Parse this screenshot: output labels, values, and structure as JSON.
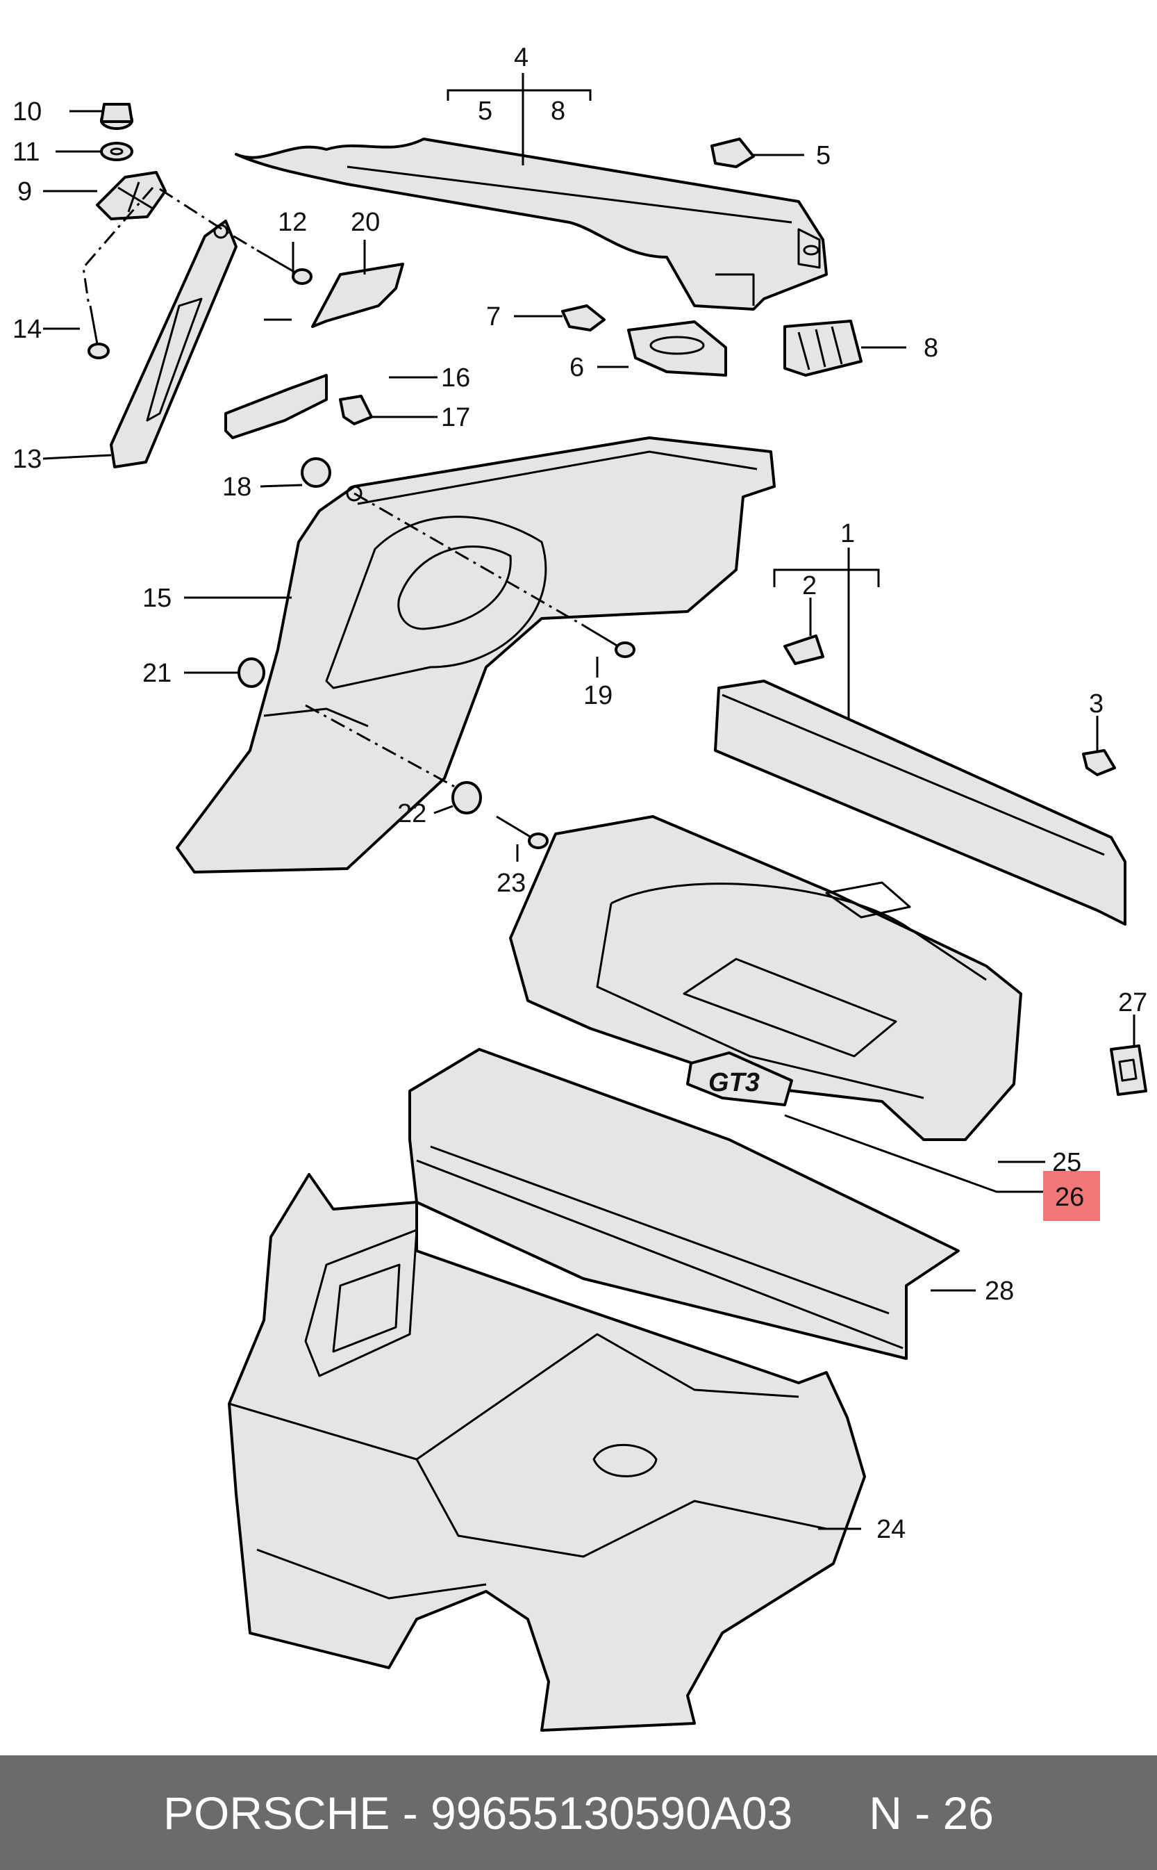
{
  "callouts": {
    "c1": "1",
    "c2": "2",
    "c3": "3",
    "c4": "4",
    "c4a": "5",
    "c4b": "8",
    "c5": "5",
    "c6": "6",
    "c7": "7",
    "c8": "8",
    "c9": "9",
    "c10": "10",
    "c11": "11",
    "c12": "12",
    "c13": "13",
    "c14": "14",
    "c15": "15",
    "c16": "16",
    "c17": "17",
    "c18": "18",
    "c19": "19",
    "c20": "20",
    "c21": "21",
    "c22": "22",
    "c23": "23",
    "c24": "24",
    "c25": "25",
    "c26": "26",
    "c27": "27",
    "c28": "28"
  },
  "highlight": {
    "label": "26",
    "color": "#f07878"
  },
  "emblem_text": "GT3",
  "footer": {
    "brand": "PORSCHE",
    "separator": " - ",
    "part_number": "99655130590A03",
    "page": "N - 26",
    "background": "#6b6b6b",
    "text_color": "#ffffff"
  }
}
